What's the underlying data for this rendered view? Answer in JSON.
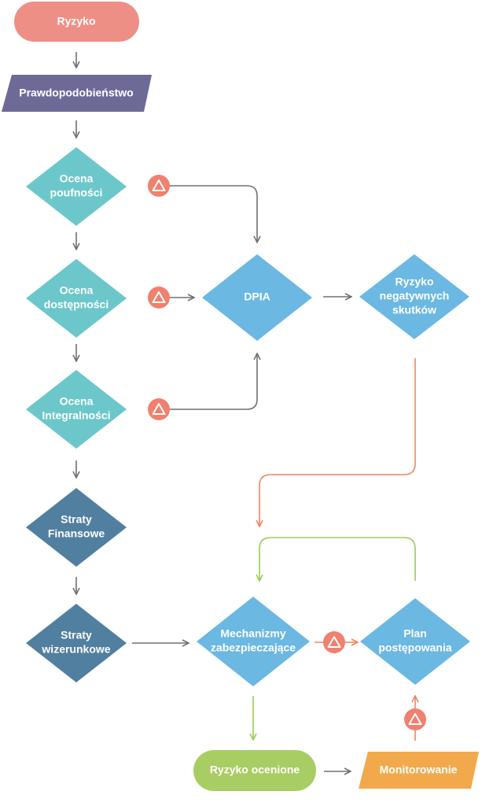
{
  "nodes": {
    "ryzyko": {
      "label": "Ryzyko",
      "color": "#EE8F86"
    },
    "prawdopodobienstwo": {
      "label": "Prawdopodobieństwo",
      "color": "#6E6A98"
    },
    "ocena_poufnosci": {
      "line1": "Ocena",
      "line2": "poufności",
      "color": "#6CC7CA"
    },
    "ocena_dostepnosci": {
      "line1": "Ocena",
      "line2": "dostępności",
      "color": "#6CC7CA"
    },
    "ocena_integralnosci": {
      "line1": "Ocena",
      "line2": "Integralności",
      "color": "#6CC7CA"
    },
    "straty_finansowe": {
      "line1": "Straty",
      "line2": "Finansowe",
      "color": "#517FA0"
    },
    "straty_wizerunkowe": {
      "line1": "Straty",
      "line2": "wizerunkowe",
      "color": "#517FA0"
    },
    "dpia": {
      "label": "DPIA",
      "color": "#6BB8E2"
    },
    "ryzyko_negatywnych_skutkow": {
      "line1": "Ryzyko",
      "line2": "negatywnych",
      "line3": "skutków",
      "color": "#6BB8E2"
    },
    "mechanizmy": {
      "line1": "Mechanizmy",
      "line2": "zabezpieczające",
      "color": "#6BB8E2"
    },
    "plan": {
      "line1": "Plan",
      "line2": "postępowania",
      "color": "#6BB8E2"
    },
    "ryzyko_ocenione": {
      "label": "Ryzyko ocenione",
      "color": "#A8CD62"
    },
    "monitorowanie": {
      "label": "Monitorowanie",
      "color": "#F2A94C"
    }
  },
  "colors": {
    "arrow_gray": "#707070",
    "arrow_orange": "#EE8560",
    "arrow_green": "#9ACB5A",
    "warning_badge": "#F0806F"
  },
  "icons": {
    "warning": "warning-triangle-icon"
  }
}
